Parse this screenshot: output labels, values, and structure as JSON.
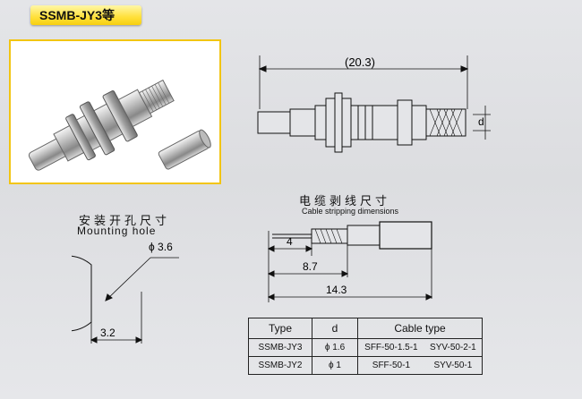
{
  "title": "SSMB-JY3等",
  "upper_drawing": {
    "overall_length": "(20.3)",
    "d_label": "d"
  },
  "mounting_hole": {
    "title_cn": "安装开孔尺寸",
    "title_en": "Mounting hole",
    "diameter": "ϕ 3.6",
    "flat": "3.2"
  },
  "stripping": {
    "title_cn": "电缆剥线尺寸",
    "title_en": "Cable stripping dimensions",
    "dim1": "4",
    "dim2": "8.7",
    "dim3": "14.3"
  },
  "table": {
    "headers": [
      "Type",
      "d",
      "Cable type"
    ],
    "rows": [
      {
        "type": "SSMB-JY3",
        "d": "ϕ 1.6",
        "cable1": "SFF-50-1.5-1",
        "cable2": "SYV-50-2-1"
      },
      {
        "type": "SSMB-JY2",
        "d": "ϕ 1",
        "cable1": "SFF-50-1",
        "cable2": "SYV-50-1"
      }
    ]
  }
}
